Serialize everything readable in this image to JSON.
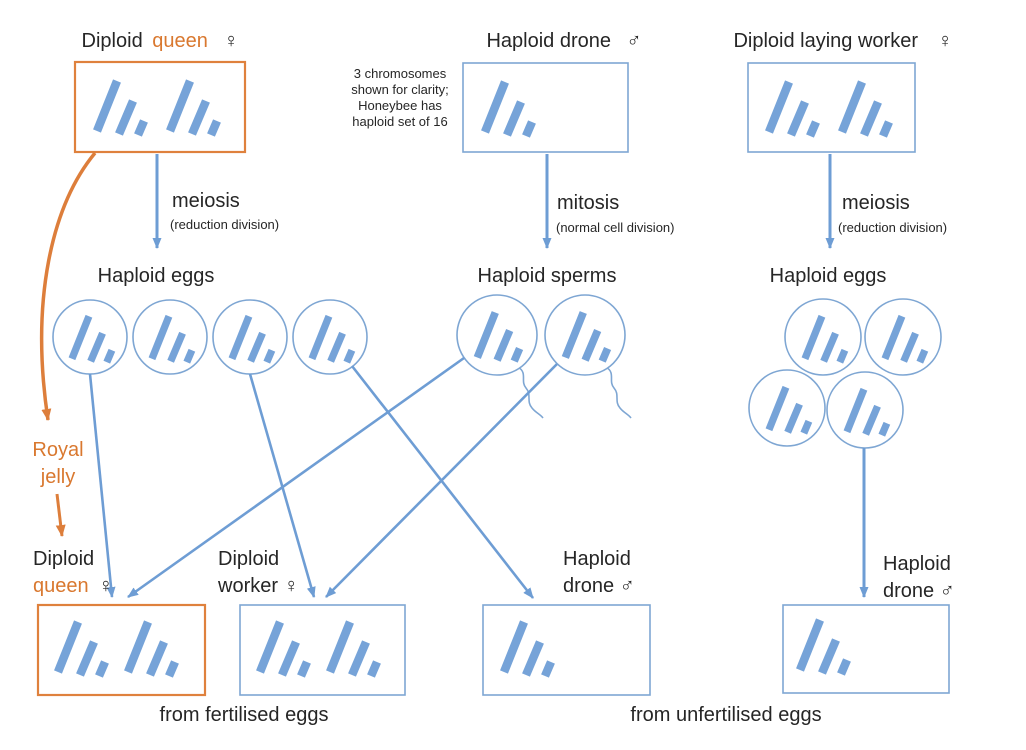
{
  "palette": {
    "chromosome_blue": "#76a3d8",
    "line_blue": "#6e9dd4",
    "border_blue": "#7ea6d3",
    "orange": "#df813d",
    "orange_text": "#d9782f",
    "text": "#262626"
  },
  "top": {
    "queen": {
      "word1": "Diploid",
      "word2": "queen",
      "symbol": "♀"
    },
    "drone": {
      "label": "Haploid drone",
      "symbol": "♂"
    },
    "laying_worker": {
      "label": "Diploid laying worker",
      "symbol": "♀"
    },
    "note": "3 chromosomes\nshown for clarity;\nHoneybee has\nhaploid set of 16"
  },
  "processes": {
    "queen_meiosis": {
      "label": "meiosis",
      "sublabel": "(reduction division)"
    },
    "drone_mitosis": {
      "label": "mitosis",
      "sublabel": "(normal cell division)"
    },
    "worker_meiosis": {
      "label": "meiosis",
      "sublabel": "(reduction division)"
    }
  },
  "gametes": {
    "queen_eggs": "Haploid eggs",
    "drone_sperms": "Haploid sperms",
    "worker_eggs": "Haploid eggs"
  },
  "royal_jelly": "Royal\njelly",
  "offspring": {
    "queen": {
      "line1": "Diploid",
      "word_orange": "queen",
      "symbol": "♀"
    },
    "worker": {
      "text": "Diploid\nworker ♀"
    },
    "drone_mid": {
      "text": "Haploid\ndrone ♂"
    },
    "drone_right": {
      "text": "Haploid\ndrone ♂"
    }
  },
  "captions": {
    "fertilised": "from fertilised eggs",
    "unfertilised": "from unfertilised eggs"
  }
}
